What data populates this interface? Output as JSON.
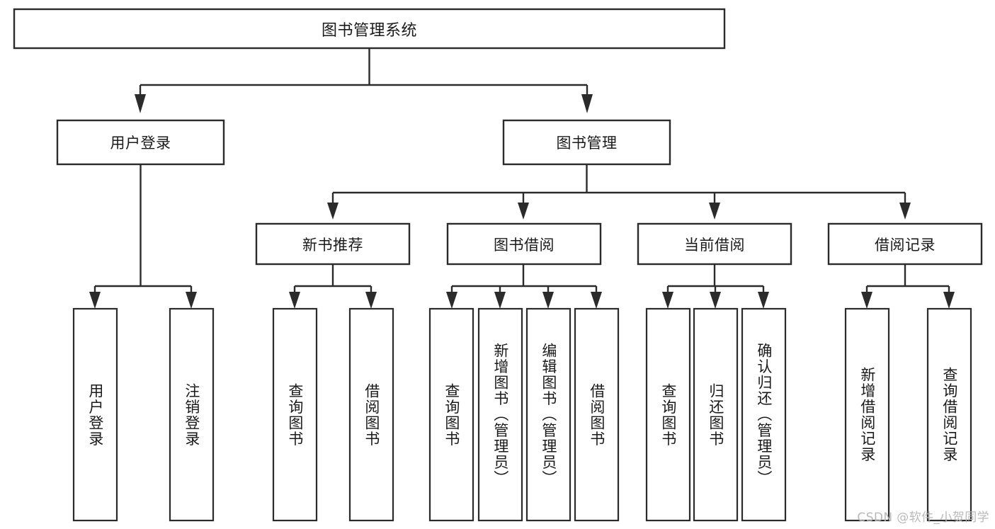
{
  "diagram": {
    "kind": "functional-decomposition-tree",
    "root": {
      "label": "图书管理系统"
    },
    "level2": [
      {
        "label": "用户登录"
      },
      {
        "label": "图书管理"
      }
    ],
    "level3": [
      {
        "label": "新书推荐"
      },
      {
        "label": "图书借阅"
      },
      {
        "label": "当前借阅"
      },
      {
        "label": "借阅记录"
      }
    ],
    "leaves": {
      "user_login": [
        {
          "label": "用户登录"
        },
        {
          "label": "注销登录"
        }
      ],
      "new_book_recommend": [
        {
          "label": "查询图书"
        },
        {
          "label": "借阅图书"
        }
      ],
      "book_borrow": [
        {
          "label": "查询图书"
        },
        {
          "label": "新增图书（管理员）"
        },
        {
          "label": "编辑图书（管理员）"
        },
        {
          "label": "借阅图书"
        }
      ],
      "current_borrow": [
        {
          "label": "查询图书"
        },
        {
          "label": "归还图书"
        },
        {
          "label": "确认归还（管理员）"
        }
      ],
      "borrow_record": [
        {
          "label": "新增借阅记录"
        },
        {
          "label": "查询借阅记录"
        }
      ]
    }
  },
  "watermark": {
    "text": "CSDN @软件_小贺同学"
  },
  "colors": {
    "stroke": "#2b2b2b",
    "box_fill": "#ffffff",
    "text": "#1a1a1a",
    "background": "#ffffff",
    "watermark": "#b9b9b9"
  }
}
